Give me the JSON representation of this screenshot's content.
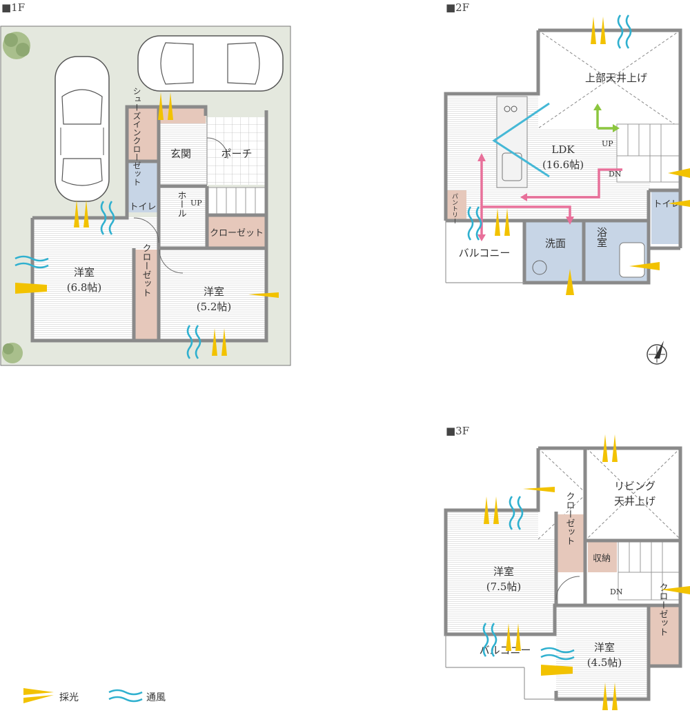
{
  "floors": {
    "f1": {
      "header": "■1F",
      "rooms": {
        "shoes_closet": "シューズイン\nクローゼット",
        "entrance": "玄関",
        "porch": "ポーチ",
        "toilet": "トイレ",
        "hall": "ホール",
        "up": "UP",
        "closet_a": "クローゼット",
        "western_a": "洋室",
        "western_a_size": "(6.8帖)",
        "closet_b": "クローゼット",
        "western_b": "洋室",
        "western_b_size": "(5.2帖)"
      }
    },
    "f2": {
      "header": "■2F",
      "rooms": {
        "ceiling": "上部天井上げ",
        "ldk": "LDK",
        "ldk_size": "(16.6帖)",
        "up": "UP",
        "dn": "DN",
        "pantry": "パントリー",
        "toilet": "トイレ",
        "balcony": "バルコニー",
        "washroom": "洗面",
        "bath": "浴室"
      }
    },
    "f3": {
      "header": "■3F",
      "rooms": {
        "living_ceiling_a": "リビング",
        "living_ceiling_b": "天井上げ",
        "closet_a": "クローゼット",
        "storage": "収納",
        "western_a": "洋室",
        "western_a_size": "(7.5帖)",
        "dn": "DN",
        "balcony": "バルコニー",
        "western_b": "洋室",
        "western_b_size": "(4.5帖)",
        "closet_b": "クローゼット"
      }
    }
  },
  "legend": {
    "light": "採光",
    "wind": "通風"
  },
  "colors": {
    "light": "#f2c200",
    "wind": "#2fb0cf",
    "flow_green": "#8cc63f",
    "flow_pink": "#e8709a",
    "kitchen_line": "#45b8d6",
    "closet_fill": "#e6c8bb",
    "toilet_fill": "#c7d5e6",
    "wash_fill": "#c7d5e6",
    "lot_fill": "#e4e8de"
  }
}
